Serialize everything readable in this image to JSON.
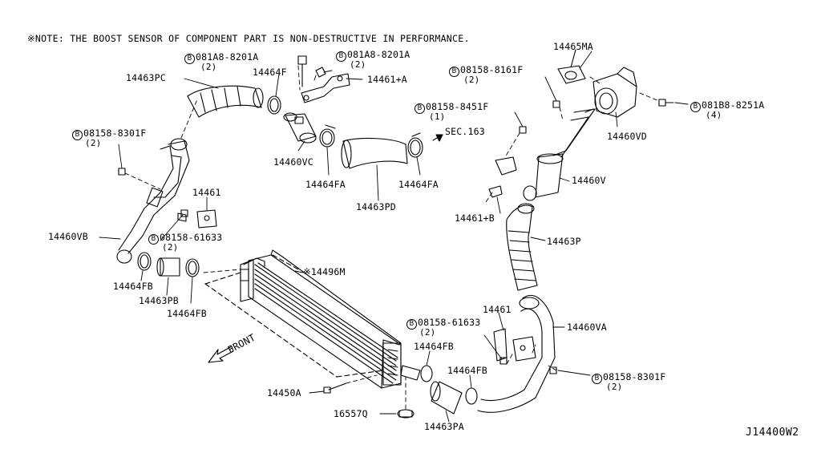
{
  "note": "※NOTE: THE BOOST SENSOR OF COMPONENT PART IS NON-DESTRUCTIVE IN PERFORMANCE.",
  "bolt_symbol": "B",
  "front_label": "FRONT",
  "diagram_code": "J14400W2",
  "colors": {
    "line": "#000000",
    "background": "#ffffff"
  },
  "labels": {
    "bolt_081a8_8201a_left": "081A8-8201A",
    "bolt_081a8_8201a_left_qty": "(2)",
    "bolt_081a8_8201a_right": "081A8-8201A",
    "bolt_081a8_8201a_right_qty": "(2)",
    "p14461_a": "14461+A",
    "p14464f": "14464F",
    "p14463pc": "14463PC",
    "bolt_08158_8301f_left": "08158-8301F",
    "bolt_08158_8301f_left_qty": "(2)",
    "p14460vc": "14460VC",
    "p14464fa_left": "14464FA",
    "p14463pd": "14463PD",
    "p14464fa_right": "14464FA",
    "sec163": "SEC.163",
    "bolt_08158_8451f": "08158-8451F",
    "bolt_08158_8451f_qty": "(1)",
    "bolt_08158_8161f": "08158-8161F",
    "bolt_08158_8161f_qty": "(2)",
    "p14465ma": "14465MA",
    "bolt_081b8_8251a": "081B8-8251A",
    "bolt_081b8_8251a_qty": "(4)",
    "p14460vd": "14460VD",
    "p14460v": "14460V",
    "p14461_b": "14461+B",
    "p14463p": "14463P",
    "p14461_left": "14461",
    "p14460vb": "14460VB",
    "bolt_08158_61633_left": "08158-61633",
    "bolt_08158_61633_left_qty": "(2)",
    "p14464fb_left": "14464FB",
    "p14463pb": "14463PB",
    "p14464fb_mid": "14464FB",
    "p14496m": "※14496M",
    "p14461_right": "14461",
    "bolt_08158_61633_right": "08158-61633",
    "bolt_08158_61633_right_qty": "(2)",
    "p14460va": "14460VA",
    "p14464fb_r1": "14464FB",
    "p14464fb_r2": "14464FB",
    "bolt_08158_8301f_right": "08158-8301F",
    "bolt_08158_8301f_right_qty": "(2)",
    "p14450a": "14450A",
    "p16557q": "16557Q",
    "p14463pa": "14463PA"
  }
}
